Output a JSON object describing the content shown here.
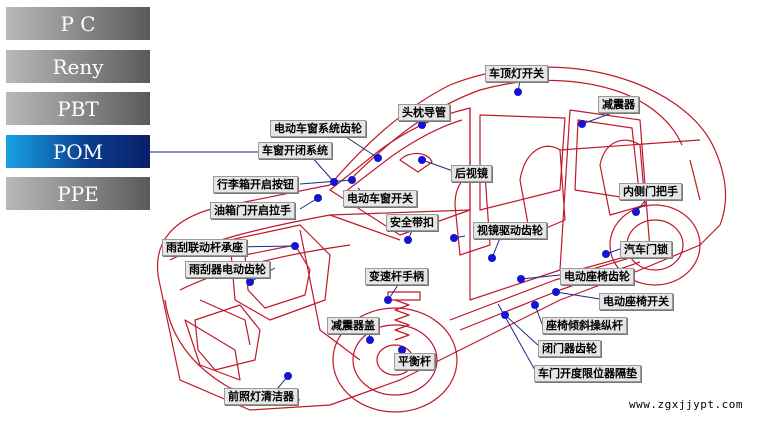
{
  "menu": {
    "items": [
      {
        "label": "P C"
      },
      {
        "label": "Reny"
      },
      {
        "label": "PBT"
      },
      {
        "label": "POM"
      },
      {
        "label": "PPE"
      }
    ],
    "active_index": 3,
    "active_color": "#0a3f8e"
  },
  "diagram": {
    "outline_color": "#c0182a",
    "leader_color": "#1a2a8a",
    "labels": {
      "roof_light_switch": "车顶灯开关",
      "shock_absorber_rear": "减震器",
      "headrest_guide": "头枕导管",
      "power_window_gear": "电动车窗系统齿轮",
      "window_switch_system": "车窗开闭系统",
      "rear_mirror": "后视镜",
      "trunk_release_button": "行李箱开启按钮",
      "power_window_switch": "电动车窗开关",
      "inner_door_handle": "内侧门把手",
      "fuel_door_handle": "油箱门开启拉手",
      "seat_belt_buckle": "安全带扣",
      "mirror_drive_gear": "视镜驱动齿轮",
      "wiper_linkage_bearing": "雨刮联动杆承座",
      "car_door_lock": "汽车门锁",
      "wiper_motor_gear": "雨刮器电动齿轮",
      "shift_knob": "变速杆手柄",
      "power_seat_gear": "电动座椅齿轮",
      "power_seat_switch": "电动座椅开关",
      "shock_absorber_cap": "减震器盖",
      "seat_tilt_lever": "座椅倾斜操纵杆",
      "door_closer_gear": "闭门器齿轮",
      "stabilizer_bar": "平衡杆",
      "door_check_spacer": "车门开度限位器隔垫",
      "headlight_washer": "前照灯清洁器"
    }
  },
  "watermark": "www.zgxjjypt.com"
}
